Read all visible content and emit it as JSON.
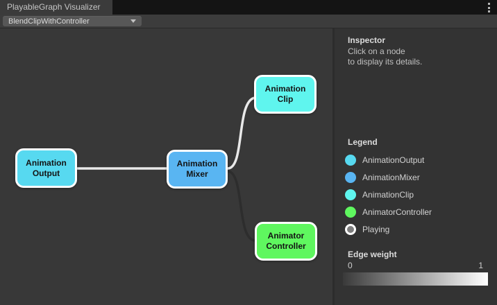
{
  "window": {
    "tab_title": "PlayableGraph Visualizer",
    "menu_icon": "kebab-menu"
  },
  "toolbar": {
    "graph_dropdown": {
      "value": "BlendClipWithController",
      "arrow_icon": "dropdown-arrow"
    }
  },
  "inspector": {
    "title": "Inspector",
    "hint_lines": [
      "Click on a node",
      "to display its details."
    ]
  },
  "legend": {
    "title": "Legend",
    "items": [
      {
        "label": "AnimationOutput",
        "color": "#57d9f0"
      },
      {
        "label": "AnimationMixer",
        "color": "#59b5f2"
      },
      {
        "label": "AnimationClip",
        "color": "#5ff5ee"
      },
      {
        "label": "AnimatorController",
        "color": "#5ff75f"
      },
      {
        "label": "Playing",
        "color": "#7d7d7d",
        "ring_color": "#ffffff"
      }
    ]
  },
  "edge_weight": {
    "title": "Edge weight",
    "min_label": "0",
    "max_label": "1",
    "gradient_from": "#3a3a3a",
    "gradient_to": "#ffffff"
  },
  "graph": {
    "nodes": [
      {
        "id": "animation-output",
        "label_lines": [
          "Animation",
          "Output"
        ],
        "color": "#57d9f0"
      },
      {
        "id": "animation-mixer",
        "label_lines": [
          "Animation",
          "Mixer"
        ],
        "color": "#59b5f2"
      },
      {
        "id": "animation-clip",
        "label_lines": [
          "Animation",
          "Clip"
        ],
        "color": "#5ff5ee"
      },
      {
        "id": "animator-controller",
        "label_lines": [
          "Animator",
          "Controller"
        ],
        "color": "#5ff75f"
      }
    ],
    "edges": [
      {
        "from": "AnimationOutput",
        "to": "AnimationMixer",
        "color": "#e9e9e9"
      },
      {
        "from": "AnimationMixer",
        "to": "AnimationClip",
        "color": "#e9e9e9"
      },
      {
        "from": "AnimationMixer",
        "to": "AnimatorController",
        "color": "#2d2d2d"
      }
    ]
  }
}
